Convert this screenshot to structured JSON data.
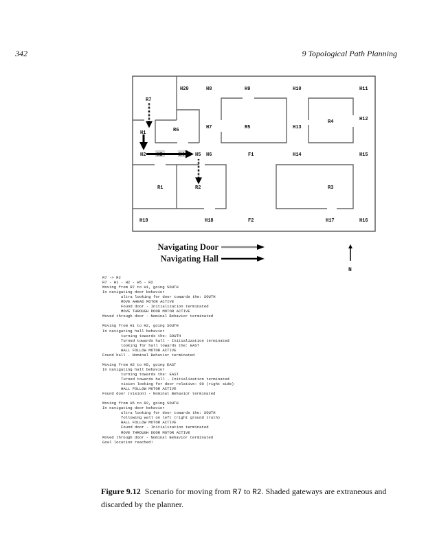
{
  "header": {
    "page_number": "342",
    "running_title": "9   Topological Path Planning"
  },
  "map": {
    "labels": {
      "H20": "H20",
      "H8": "H8",
      "H9": "H9",
      "H10": "H10",
      "H11": "H11",
      "R7": "R7",
      "H12": "H12",
      "R4": "R4",
      "R6": "R6",
      "H7": "H7",
      "R5": "R5",
      "H13": "H13",
      "H1": "H1",
      "H2": "H2",
      "H3": "H3",
      "H4": "H4",
      "H5": "H5",
      "H6": "H6",
      "F1": "F1",
      "H14": "H14",
      "H15": "H15",
      "R1": "R1",
      "R2": "R2",
      "R3": "R3",
      "H19": "H19",
      "H18": "H18",
      "F2": "F2",
      "H17": "H17",
      "H16": "H16"
    },
    "legend": {
      "door": "Navigating Door",
      "hall": "Navigating Hall",
      "north": "N"
    },
    "colors": {
      "door_arrow": "#888888",
      "hall_arrow": "#000000",
      "shaded_gateway": "#d8d8d8"
    }
  },
  "log": [
    {
      "t": "R7 -> R2",
      "i": false
    },
    {
      "t": "R7 - H1 - H2 - H5 - R2",
      "i": false
    },
    {
      "t": "Moving from R7 to H1, going SOUTH",
      "i": false
    },
    {
      "t": "In navigating door behavior",
      "i": false
    },
    {
      "t": "ultra looking for door towards the: SOUTH",
      "i": true
    },
    {
      "t": "MOVE AHEAD MOTOR ACTIVE",
      "i": true
    },
    {
      "t": "Found door - Initialization terminated",
      "i": true
    },
    {
      "t": "MOVE THROUGH DOOR MOTOR ACTIVE",
      "i": true
    },
    {
      "t": "Moved through door - Nominal Behavior terminated",
      "i": false
    },
    {
      "t": "",
      "i": false
    },
    {
      "t": "Moving from H1 to H2, going SOUTH",
      "i": false
    },
    {
      "t": "In navigating hall behavior",
      "i": false
    },
    {
      "t": "turning towards the: SOUTH",
      "i": true
    },
    {
      "t": "Turned towards hall - Initialization terminated",
      "i": true
    },
    {
      "t": "looking for hall towards the: EAST",
      "i": true
    },
    {
      "t": "HALL FOLLOW MOTOR ACTIVE",
      "i": true
    },
    {
      "t": "Found hall - Nominal Behavior terminated",
      "i": false
    },
    {
      "t": "",
      "i": false
    },
    {
      "t": "Moving from H2 to H5, going EAST",
      "i": false
    },
    {
      "t": "In navigating hall behavior",
      "i": false
    },
    {
      "t": "turning towards the: EAST",
      "i": true
    },
    {
      "t": "Turned towards hall - Initialization terminated",
      "i": true
    },
    {
      "t": "vision looking for door relative: 90 (right side)",
      "i": true
    },
    {
      "t": "HALL FOLLOW MOTOR ACTIVE",
      "i": true
    },
    {
      "t": "Found door (vision) - Nominal Behavior terminated",
      "i": false
    },
    {
      "t": "",
      "i": false
    },
    {
      "t": "Moving from H5 to R2, going SOUTH",
      "i": false
    },
    {
      "t": "In navigating door behavior",
      "i": false
    },
    {
      "t": "ultra looking for door towards the: SOUTH",
      "i": true
    },
    {
      "t": "following wall on left (right ground truth)",
      "i": true
    },
    {
      "t": "HALL FOLLOW MOTOR ACTIVE",
      "i": true
    },
    {
      "t": "Found door - Initialization terminated",
      "i": true
    },
    {
      "t": "MOVE THROUGH DOOR MOTOR ACTIVE",
      "i": true
    },
    {
      "t": "Moved through door - Nominal Behavior terminated",
      "i": false
    },
    {
      "t": "Goal location reached!",
      "i": false
    }
  ],
  "caption": {
    "label": "Figure 9.12",
    "t1": "Scenario for moving from ",
    "c1": "R7",
    "t2": " to ",
    "c2": "R2",
    "t3": ". Shaded gateways are extraneous and discarded by the planner."
  }
}
